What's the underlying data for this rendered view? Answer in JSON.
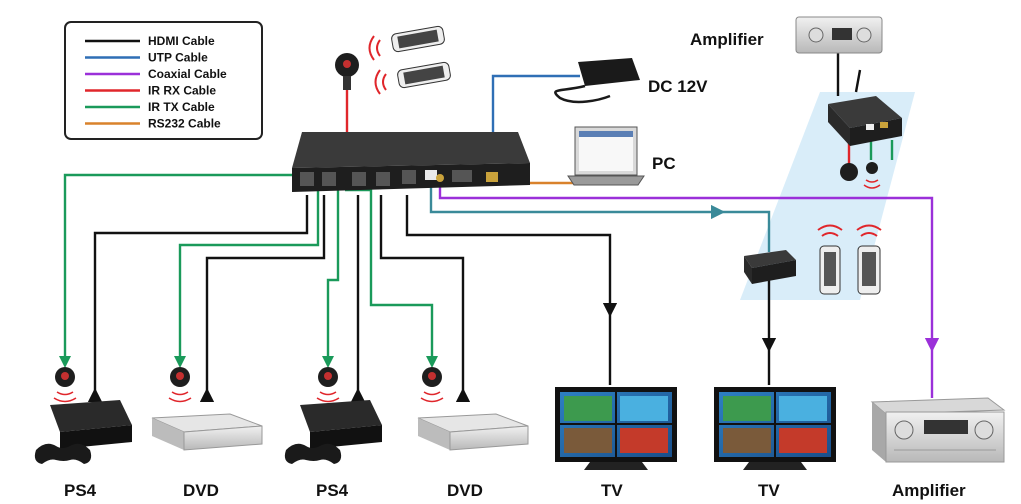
{
  "legend": [
    {
      "label": "HDMI Cable",
      "color": "#111111"
    },
    {
      "label": "UTP Cable",
      "color": "#2f6fb5"
    },
    {
      "label": "Coaxial Cable",
      "color": "#9b30d9"
    },
    {
      "label": "IR RX Cable",
      "color": "#e0262b"
    },
    {
      "label": "IR TX Cable",
      "color": "#1a9a5a"
    },
    {
      "label": "RS232 Cable",
      "color": "#d9822b"
    }
  ],
  "labels": {
    "amplifier_top": "Amplifier",
    "dc": "DC 12V",
    "pc": "PC",
    "ps4_1": "PS4",
    "dvd_1": "DVD",
    "ps4_2": "PS4",
    "dvd_2": "DVD",
    "tv_1": "TV",
    "tv_2": "TV",
    "amplifier_bottom": "Amplifier"
  },
  "colors": {
    "hdmi": "#111111",
    "utp": "#2f6fb5",
    "coax": "#9b30d9",
    "ir_rx": "#e0262b",
    "ir_tx": "#1a9a5a",
    "rs232": "#d9822b",
    "device_dark": "#2a2a2a",
    "highlight": "#cfe8f7"
  },
  "icons": [
    "remote-icon",
    "ir-receiver-icon",
    "power-adapter-icon",
    "laptop-icon",
    "ir-emitter-icon",
    "game-console-icon",
    "gamepad-icon",
    "dvd-player-icon",
    "tv-icon",
    "amplifier-icon",
    "extender-icon",
    "matrix-switch-icon"
  ]
}
